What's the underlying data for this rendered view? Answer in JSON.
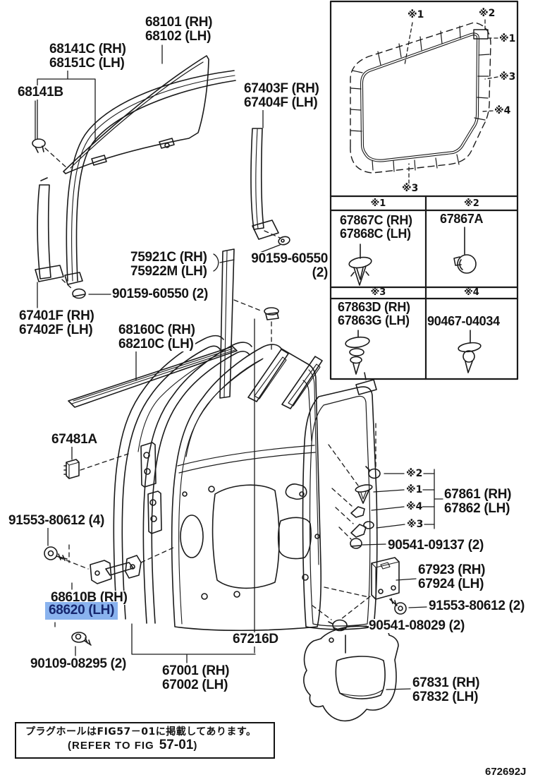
{
  "page": {
    "background": "#ffffff",
    "ink_color": "#1a1a1a",
    "highlight_color": "#8ab3ee",
    "drawing_code": "672692J"
  },
  "markers": {
    "k1": "※1",
    "k2": "※2",
    "k3": "※3",
    "k4": "※4"
  },
  "labels": {
    "glass": {
      "l1": "68101 (RH)",
      "l2": "68102 (LH)"
    },
    "run_front_upper": {
      "l1": "68141C (RH)",
      "l2": "68151C (LH)"
    },
    "run_clip": {
      "l1": "68141B"
    },
    "channel_rear": {
      "l1": "67403F (RH)",
      "l2": "67404F (LH)"
    },
    "bar_division": {
      "l1": "75921C (RH)",
      "l2": "75922M (LH)"
    },
    "screw_a": {
      "l1": "90159-60550",
      "l2": "(2)"
    },
    "screw_b": {
      "l1": "90159-60550 (2)"
    },
    "channel_front": {
      "l1": "67401F (RH)",
      "l2": "67402F (LH)"
    },
    "molding_belt": {
      "l1": "68160C (RH)",
      "l2": "68210C (LH)"
    },
    "pad": {
      "l1": "67481A"
    },
    "bolt_check_upper": {
      "l1": "91553-80612 (4)"
    },
    "check_rh": {
      "l1": "68610B (RH)"
    },
    "check_lh": {
      "l1": "68620 (LH)"
    },
    "bolt_check_lower": {
      "l1": "90109-08295 (2)"
    },
    "door_panel": {
      "l1": "67001 (RH)",
      "l2": "67002 (LH)"
    },
    "frame_sub": {
      "l1": "67216D"
    },
    "weatherstrip": {
      "l1": "67861 (RH)",
      "l2": "67862 (LH)"
    },
    "screw_ws": {
      "l1": "90541-09137 (2)"
    },
    "cushion": {
      "l1": "67923 (RH)",
      "l2": "67924 (LH)"
    },
    "bolt_cushion": {
      "l1": "91553-80612 (2)"
    },
    "screw_cover": {
      "l1": "90541-08029 (2)"
    },
    "cover_service": {
      "l1": "67831 (RH)",
      "l2": "67832 (LH)"
    }
  },
  "inset": {
    "table": [
      {
        "header": "※1",
        "line1": "67867C (RH)",
        "line2": "67868C (LH)",
        "icon": "push-clip-icon"
      },
      {
        "header": "※2",
        "line1": "67867A",
        "icon": "grommet-clip-icon"
      },
      {
        "header": "※3",
        "line1": "67863D (RH)",
        "line2": "67863G (LH)",
        "icon": "tree-clip-icon"
      },
      {
        "header": "※4",
        "line1": "90467-04034",
        "icon": "pine-clip-icon"
      }
    ]
  },
  "note": {
    "jp": "プラグホールはFIG57－01に掲載してあります。",
    "en_prefix": "(REFER TO FIG",
    "fig": "57-01",
    "en_suffix": ")"
  }
}
